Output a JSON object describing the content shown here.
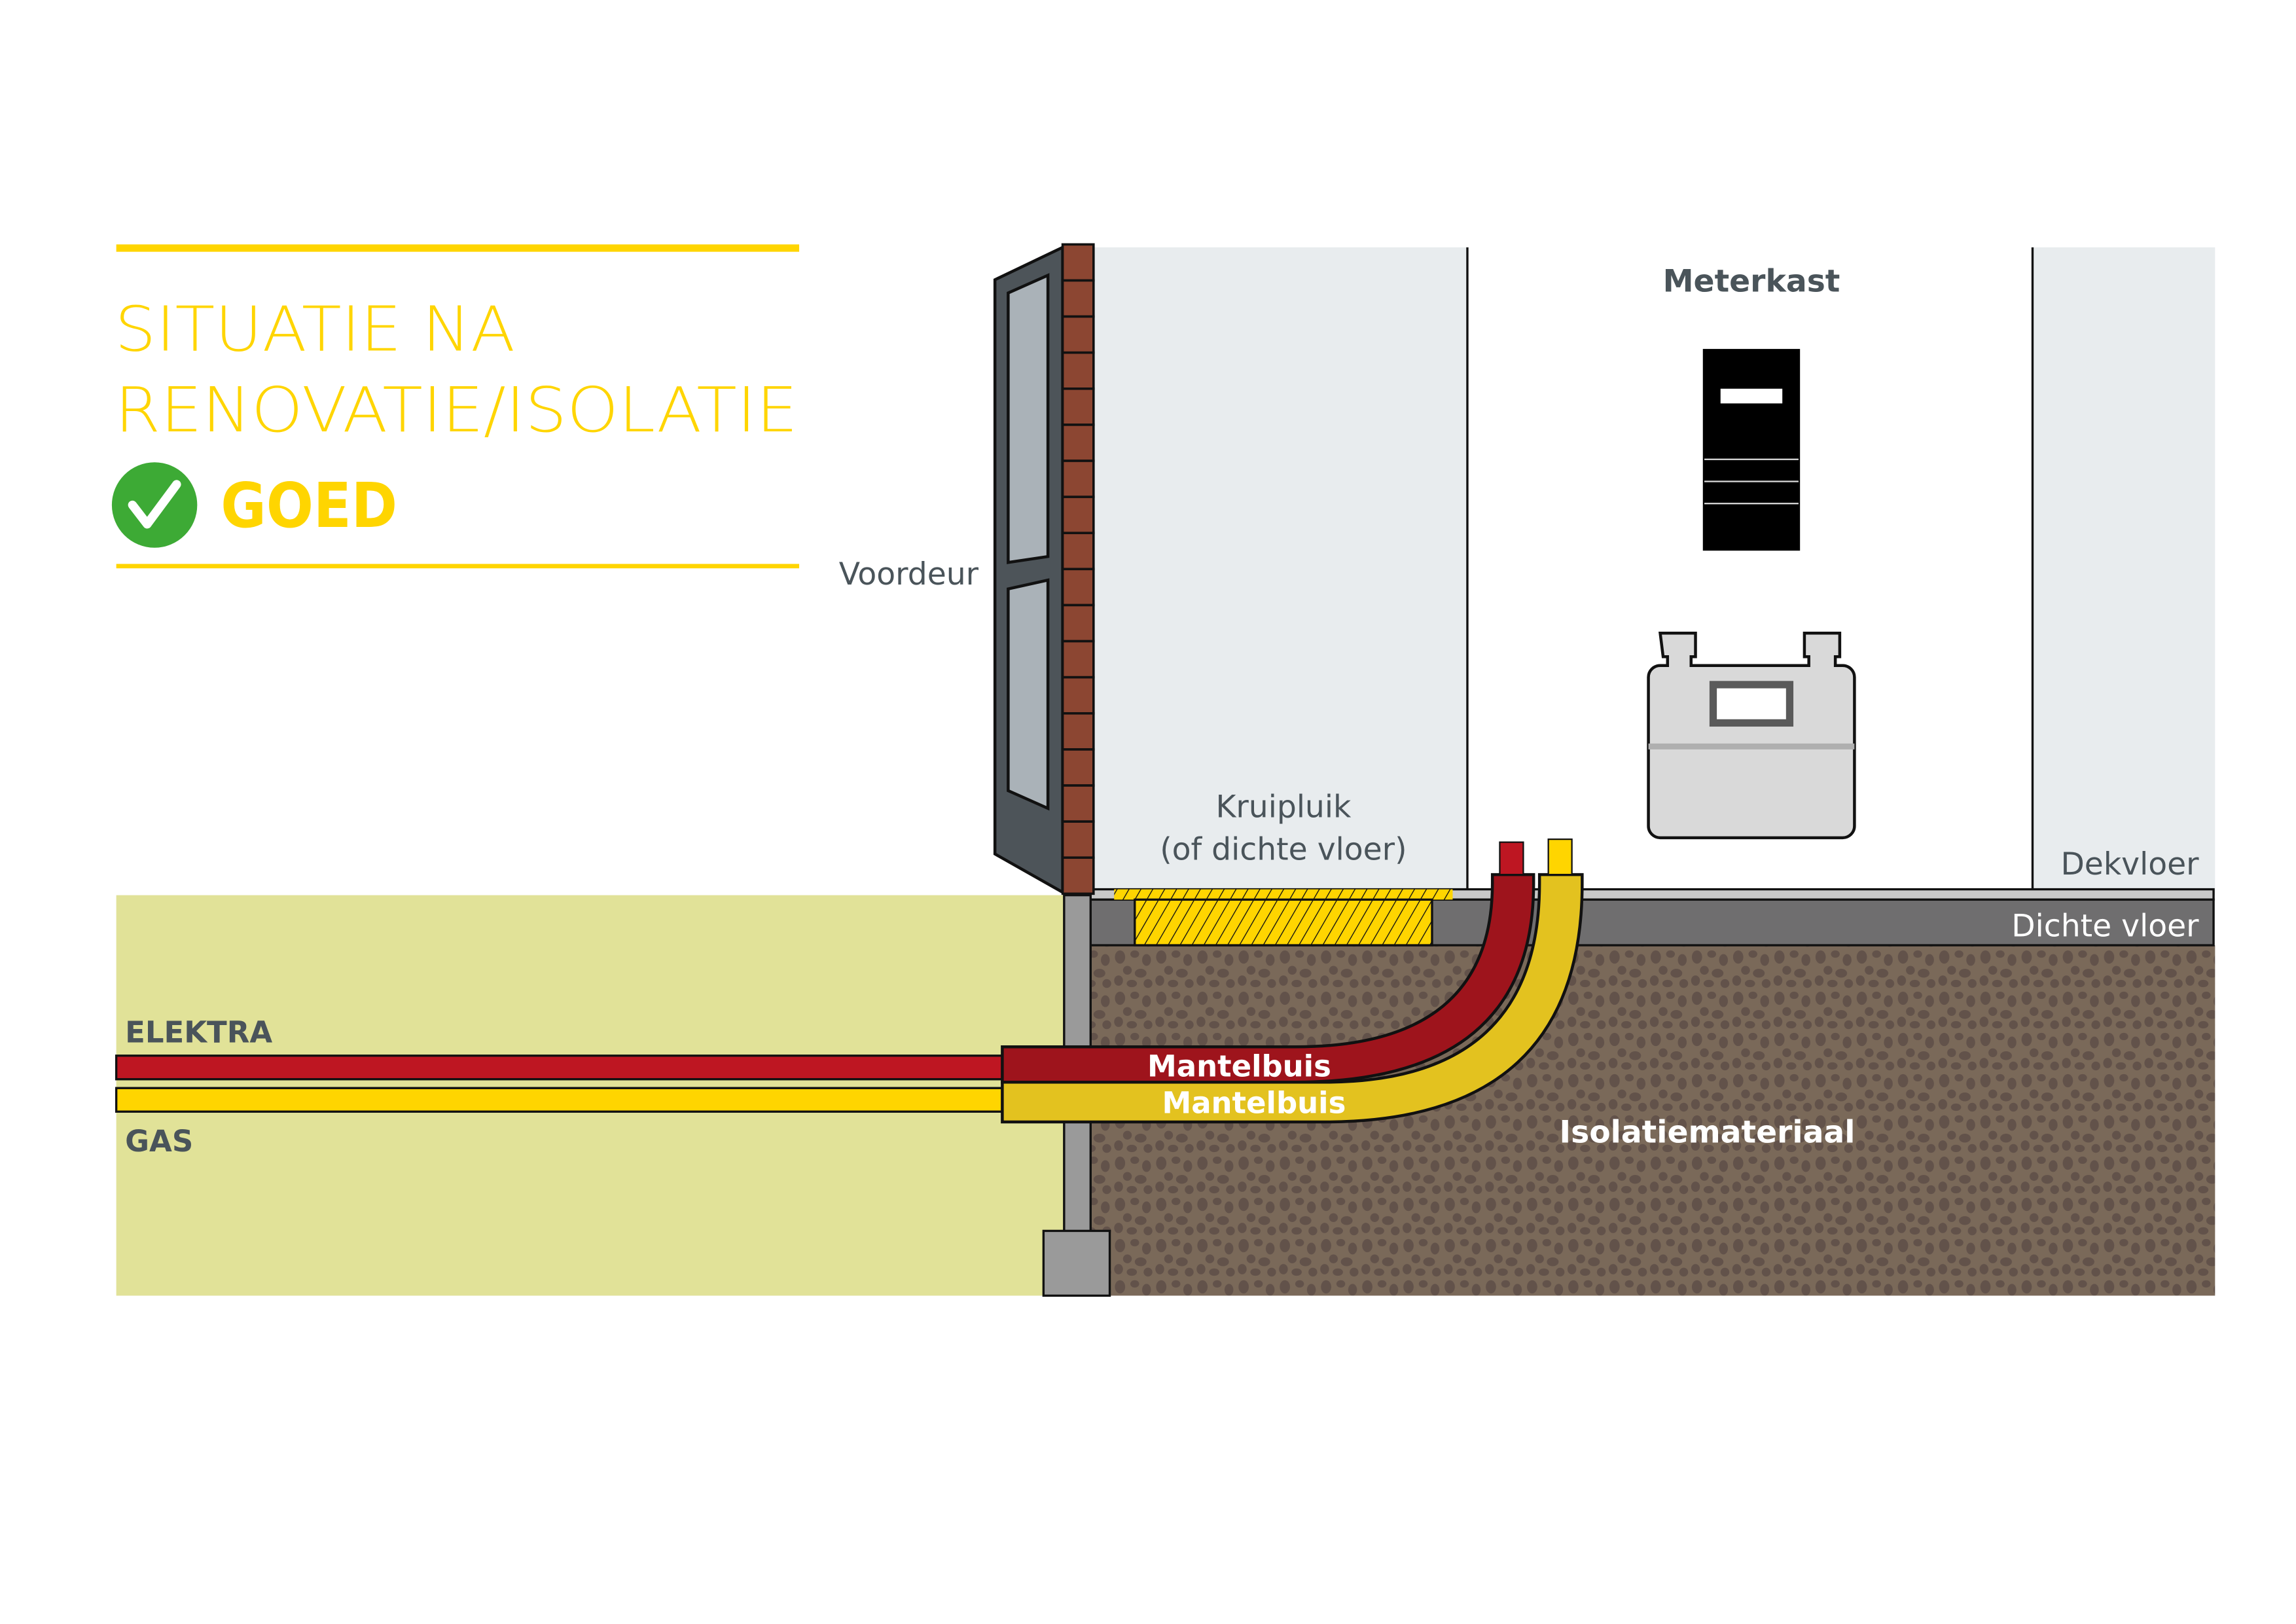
{
  "title": {
    "line1": "SITUATIE NA",
    "line2": "RENOVATIE/ISOLATIE",
    "verdict": "GOED",
    "verdict_icon": "check-circle-icon"
  },
  "labels": {
    "front_door": "Voordeur",
    "meter_cupboard": "Meterkast",
    "crawl_hatch_line1": "Kruipluik",
    "crawl_hatch_line2": "(of dichte vloer)",
    "screed_floor": "Dekvloer",
    "sealed_floor": "Dichte vloer",
    "insulation": "Isolatiemateriaal",
    "electricity": "ELEKTRA",
    "gas": "GAS",
    "sleeve_electric": "Mantelbuis",
    "sleeve_gas": "Mantelbuis"
  },
  "colors": {
    "accent_yellow": "#FFD500",
    "check_green": "#3DAA35",
    "electric_red": "#BE1622",
    "electric_sleeve": "#9E141C",
    "gas_yellow": "#FFD500",
    "gas_sleeve": "#E3C21F",
    "ground_green": "#E1E298",
    "insulation_brown": "#7A6959",
    "insulation_spots": "#62524A",
    "floor_grey": "#6F6E6F",
    "wall_light": "#E8ECEE",
    "brick": "#8C4632",
    "door_dark": "#4D5459",
    "door_glass": "#AAB2B8",
    "label_grey": "#4A545A"
  }
}
